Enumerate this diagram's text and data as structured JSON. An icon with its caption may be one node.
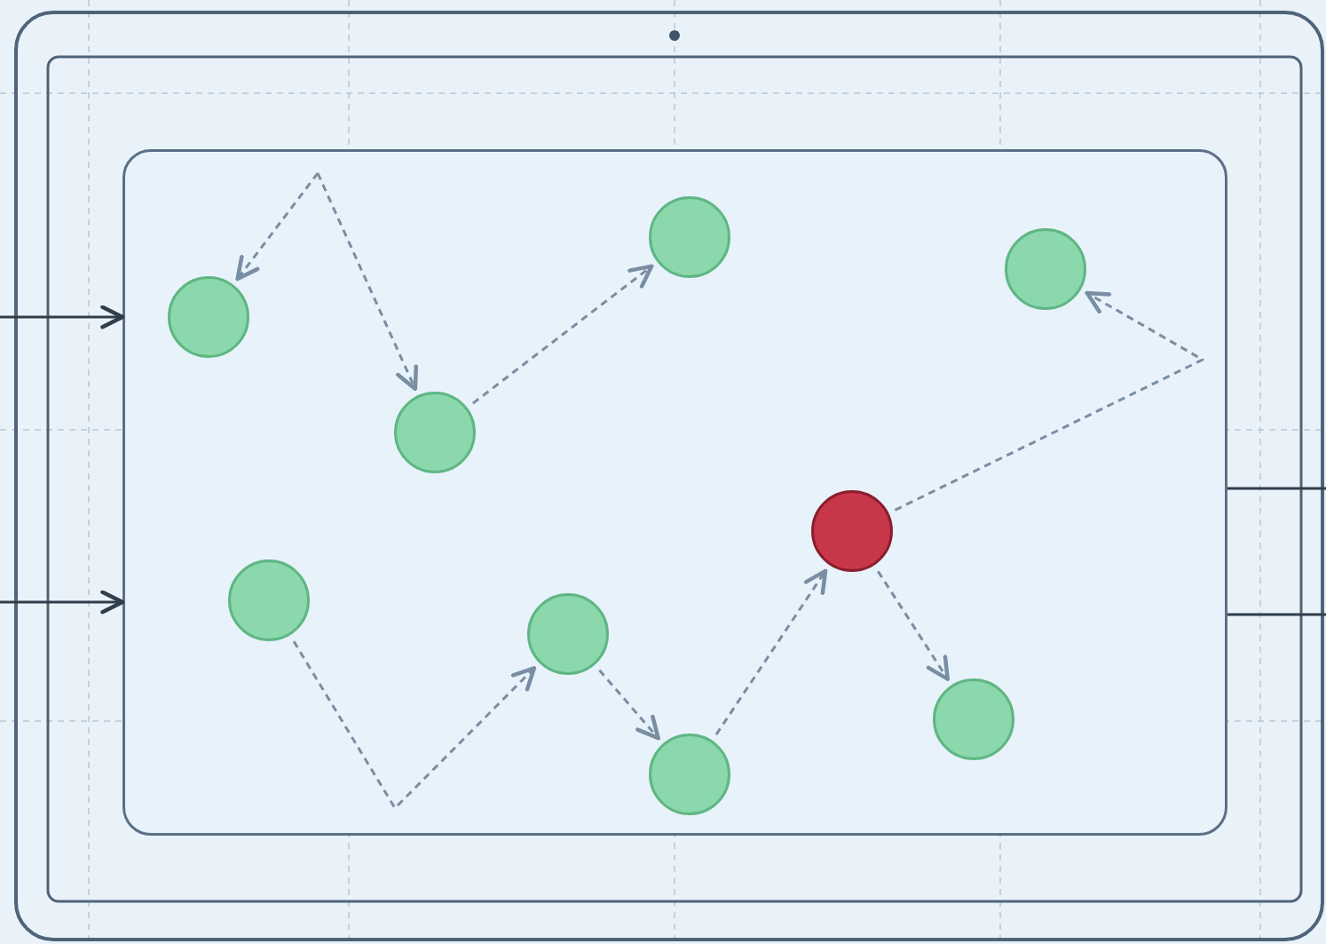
{
  "diagram": {
    "nodes": [
      {
        "text": [],
        "shape": "box"
      },
      {
        "text": [],
        "shape": "circle",
        "in": 0
      },
      {
        "text": [],
        "shape": "circle",
        "in": 0
      },
      {
        "text": [],
        "shape": "circle",
        "in": 0
      },
      {
        "text": [],
        "shape": "circle",
        "in": 0
      },
      {
        "text": [],
        "shape": "circle",
        "in": 0
      },
      {
        "text": [],
        "shape": "circle",
        "in": 0
      },
      {
        "text": [],
        "shape": "circle",
        "in": 0
      },
      {
        "text": [],
        "shape": "circle",
        "in": 0
      },
      {
        "text": [],
        "shape": "circle",
        "in": 0
      }
    ],
    "edges": [
      {
        "from": null,
        "to": 3,
        "arrow": "to",
        "style": "dashed"
      },
      {
        "from": null,
        "to": 4,
        "arrow": "to",
        "style": "dashed"
      },
      {
        "from": 4,
        "to": 1,
        "arrow": "to",
        "style": "dashed"
      },
      {
        "from": 6,
        "to": 7,
        "arrow": "to",
        "style": "dashed"
      },
      {
        "from": 7,
        "to": 9,
        "arrow": "to",
        "style": "dashed"
      },
      {
        "from": 9,
        "to": 5,
        "arrow": "to",
        "style": "dashed"
      },
      {
        "from": 5,
        "to": 8,
        "arrow": "to",
        "style": "dashed"
      },
      {
        "from": 5,
        "to": 2,
        "arrow": "to",
        "style": "dashed"
      },
      {
        "from": null,
        "to": 0,
        "arrow": "to",
        "color": "#2f3e4c"
      },
      {
        "from": null,
        "to": 0,
        "arrow": "to",
        "color": "#2f3e4c"
      },
      {
        "from": 0,
        "to": null,
        "arrow": "none",
        "color": "#2f3e4c"
      },
      {
        "from": 0,
        "to": null,
        "arrow": "none",
        "color": "#2f3e4c"
      }
    ]
  }
}
